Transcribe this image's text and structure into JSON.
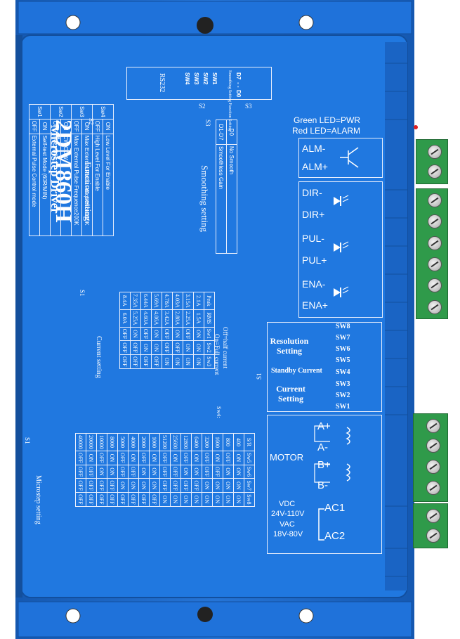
{
  "model": "2DM860H",
  "subtitle": "Microstep Driver",
  "rs232": "RS232",
  "dip_top": {
    "labels": [
      "SW4",
      "SW3",
      "SW2",
      "SW1",
      "D7",
      "- -",
      "D0"
    ],
    "caption": "Smoothing Setting Function Setting",
    "s2": "S2",
    "s3": "S3"
  },
  "function_setting": {
    "title": "Function setting",
    "s2": "S2",
    "rows": [
      {
        "sw": "Sw4",
        "state_on": "ON",
        "text_on": "Low Level For Enable",
        "state_off": "OFF",
        "text_off": "High Level For Enable"
      },
      {
        "sw": "Sw3",
        "state_on": "ON",
        "text_on": "Max External Pulse Frequence100K",
        "state_off": "OFF",
        "text_off": "Max External Pulse Frequence200K"
      },
      {
        "sw": "Sw2",
        "state_on": "ON",
        "text_on": "CW/CCW",
        "state_off": "OFF",
        "text_off": "PUL+DIR"
      },
      {
        "sw": "Sw1",
        "state_on": "ON",
        "text_on": "Self-test Mode (60R/MIN)",
        "state_off": "OFF",
        "text_off": "External Pulse Control mode"
      }
    ]
  },
  "smoothing_setting": {
    "title": "Smoothing setting",
    "s3": "S3",
    "rows": [
      {
        "key": "D0",
        "text": "No Smooth"
      },
      {
        "key": "D1-D7",
        "text": "Smoothless Gain"
      }
    ]
  },
  "current_setting": {
    "title": "Current setting",
    "s1": "S1",
    "headers": [
      "Peak",
      "RMS",
      "Sw1",
      "Sw2",
      "Sw3"
    ],
    "rows": [
      [
        "2.1A",
        "1.5A",
        "ON",
        "ON",
        "ON"
      ],
      [
        "3.15A",
        "2.25A",
        "OFF",
        "ON",
        "ON"
      ],
      [
        "4.03A",
        "2.88A",
        "ON",
        "OFF",
        "ON"
      ],
      [
        "4.78A",
        "3.42A",
        "OFF",
        "OFF",
        "ON"
      ],
      [
        "5.69A",
        "4.06A",
        "ON",
        "ON",
        "OFF"
      ],
      [
        "6.44A",
        "4.60A",
        "OFF",
        "ON",
        "OFF"
      ],
      [
        "7.35A",
        "5.25A",
        "ON",
        "OFF",
        "OFF"
      ],
      [
        "8.4A",
        "6.0A",
        "OFF",
        "OFF",
        "OFF"
      ]
    ],
    "sw4_label": "Sw4:",
    "sw4_off": "Off=half current",
    "sw4_on": "On=Full current"
  },
  "microstep_setting": {
    "title": "Microstep setting",
    "s1": "S1",
    "headers": [
      "S/R",
      "Sw5",
      "Sw6",
      "Sw7",
      "Sw8"
    ],
    "rows": [
      [
        "400",
        "ON",
        "ON",
        "ON",
        "ON"
      ],
      [
        "800",
        "OFF",
        "ON",
        "ON",
        "ON"
      ],
      [
        "1600",
        "ON",
        "OFF",
        "ON",
        "ON"
      ],
      [
        "3200",
        "OFF",
        "OFF",
        "ON",
        "ON"
      ],
      [
        "6400",
        "ON",
        "ON",
        "OFF",
        "ON"
      ],
      [
        "12800",
        "OFF",
        "ON",
        "OFF",
        "ON"
      ],
      [
        "25600",
        "ON",
        "OFF",
        "OFF",
        "ON"
      ],
      [
        "51200",
        "OFF",
        "OFF",
        "OFF",
        "ON"
      ],
      [
        "1000",
        "ON",
        "ON",
        "ON",
        "OFF"
      ],
      [
        "2000",
        "OFF",
        "ON",
        "ON",
        "OFF"
      ],
      [
        "4000",
        "ON",
        "OFF",
        "ON",
        "OFF"
      ],
      [
        "5000",
        "OFF",
        "OFF",
        "ON",
        "OFF"
      ],
      [
        "8000",
        "ON",
        "ON",
        "OFF",
        "OFF"
      ],
      [
        "10000",
        "OFF",
        "ON",
        "OFF",
        "OFF"
      ],
      [
        "20000",
        "ON",
        "OFF",
        "OFF",
        "OFF"
      ],
      [
        "40000",
        "OFF",
        "OFF",
        "OFF",
        "OFF"
      ]
    ]
  },
  "leds": {
    "green": "Green LED=PWR",
    "red": "Red LED=ALARM"
  },
  "alarm": {
    "minus": "ALM-",
    "plus": "ALM+"
  },
  "signals": [
    "DIR-",
    "DIR+",
    "PUL-",
    "PUL+",
    "ENA-",
    "ENA+"
  ],
  "dip_right": {
    "resolution": "Resolution Setting",
    "standby": "Standby Current",
    "current": "Current Setting",
    "s1": "S1",
    "sw_labels": [
      "SW8",
      "SW7",
      "SW6",
      "SW5",
      "SW4",
      "SW3",
      "SW2",
      "SW1"
    ]
  },
  "motor": {
    "label": "MOTOR",
    "pins": [
      "A+",
      "A-",
      "B+",
      "B-"
    ]
  },
  "power": {
    "vdc": "VDC",
    "vdc_range": "24V-110V",
    "vac": "VAC",
    "vac_range": "18V-80V",
    "ac1": "AC1",
    "ac2": "AC2"
  },
  "colors": {
    "body": "#1d6fd6",
    "body_dark": "#1557b0",
    "terminal": "#2f9a4a",
    "line": "#e8eefc"
  }
}
